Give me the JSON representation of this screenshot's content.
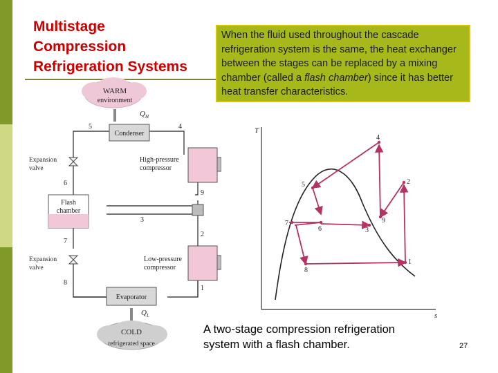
{
  "title": {
    "line1": "Multistage",
    "line2": "Compression",
    "line3": "Refrigeration Systems"
  },
  "callout": {
    "text_before": "When the fluid used throughout the cascade refrigeration system is the same, the heat exchanger between the stages can be replaced by a mixing chamber (called a ",
    "text_italic": "flash chamber",
    "text_after": ") since it has better heat transfer characteristics."
  },
  "caption": "A two-stage compression refrigeration system with a flash chamber.",
  "page_number": "27",
  "colors": {
    "sidebar_dark": "#7f9a28",
    "sidebar_light": "#cfd882",
    "title": "#cc0000",
    "callout_bg": "#a7b81a",
    "callout_border": "#d8c400",
    "arrow": "#b43264",
    "cloud_pink": "#efc8d8",
    "cloud_gray": "#cfcfcf",
    "component_pink": "#f2c8d8"
  },
  "schematic": {
    "warm_line1": "WARM",
    "warm_line2": "environment",
    "qh": "Q",
    "qh_sub": "H",
    "condenser": "Condenser",
    "expansion_valve_1a": "Expansion",
    "expansion_valve_1b": "valve",
    "hp_compressor_a": "High-pressure",
    "hp_compressor_b": "compressor",
    "flash_chamber_a": "Flash",
    "flash_chamber_b": "chamber",
    "expansion_valve_2a": "Expansion",
    "expansion_valve_2b": "valve",
    "lp_compressor_a": "Low-pressure",
    "lp_compressor_b": "compressor",
    "evaporator": "Evaporator",
    "ql": "Q",
    "ql_sub": "L",
    "cold_line1": "COLD",
    "cold_line2": "refrigerated space",
    "state_labels": [
      "1",
      "2",
      "3",
      "4",
      "5",
      "6",
      "7",
      "8",
      "9"
    ]
  },
  "ts_diagram": {
    "axis_y": "T",
    "axis_x": "s",
    "point_labels": [
      "1",
      "2",
      "3",
      "4",
      "5",
      "6",
      "7",
      "8",
      "9"
    ]
  }
}
